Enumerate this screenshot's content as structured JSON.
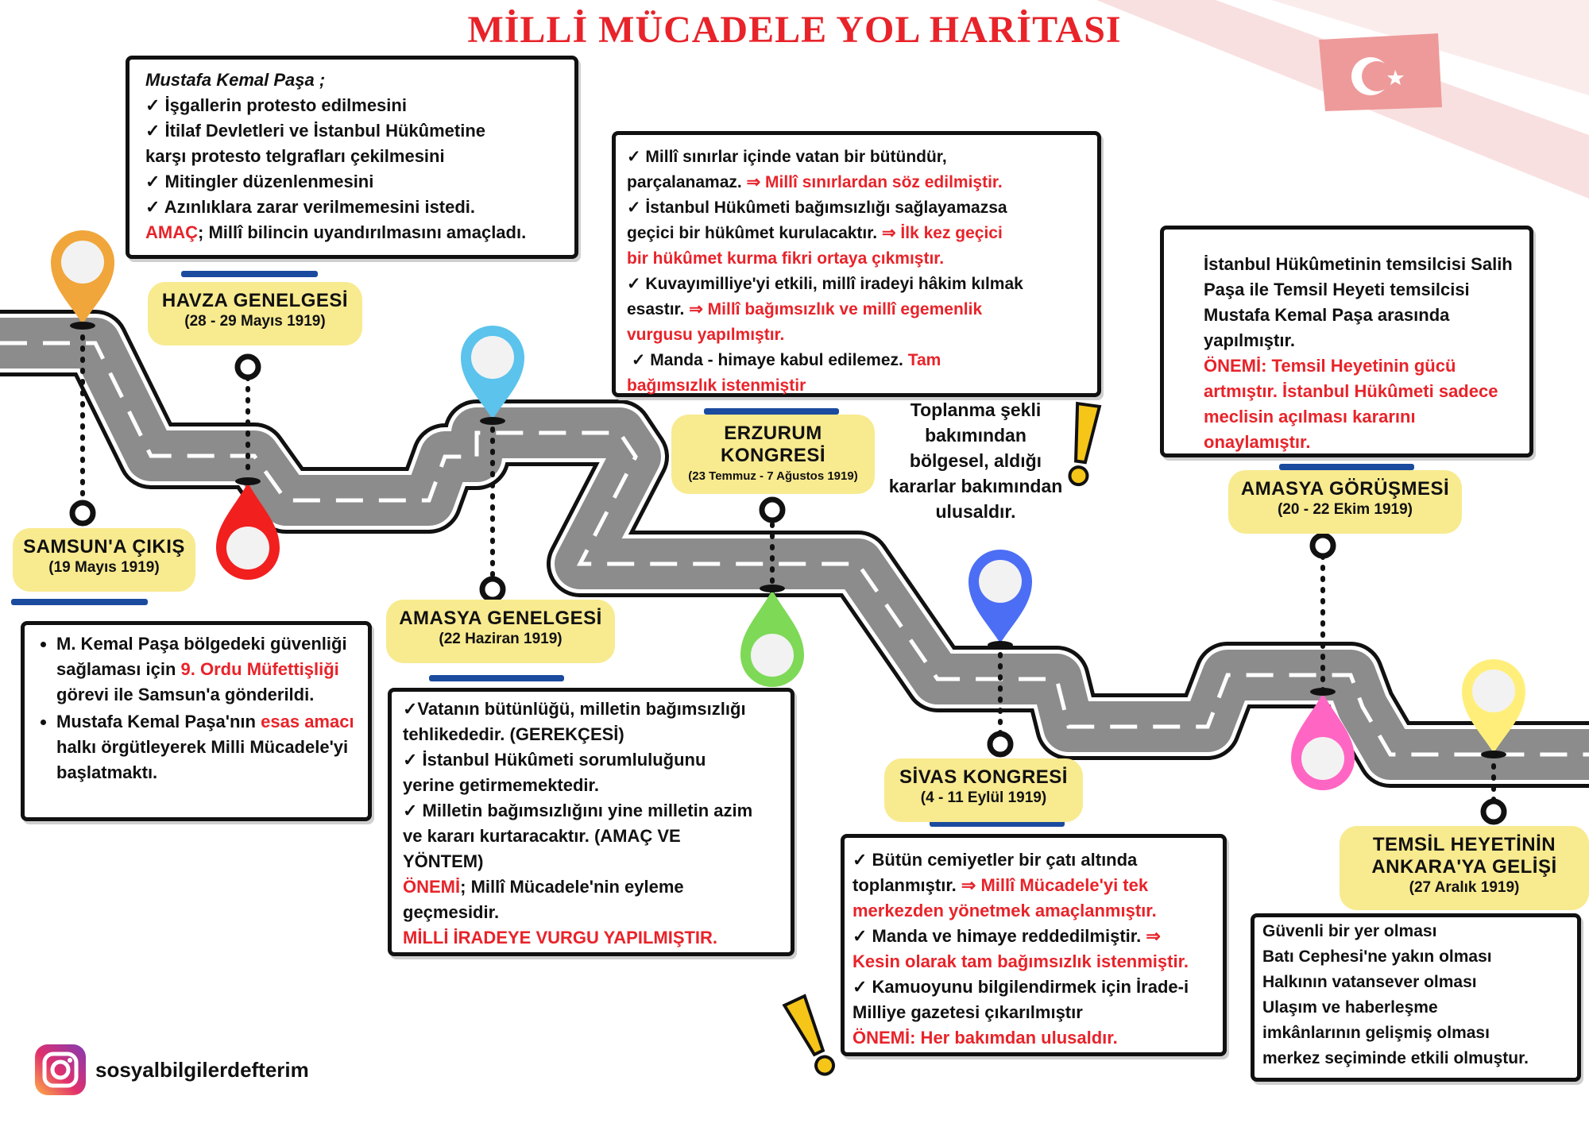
{
  "title": "MİLLİ MÜCADELE YOL HARİTASI",
  "colors": {
    "red": "#e8232a",
    "label_bg": "#f8ea8f",
    "bar": "#1a4b9e",
    "road": "#8c8c8c"
  },
  "stops": {
    "samsun": {
      "name": "SAMSUN'A ÇIKIŞ",
      "date": "(19 Mayıs 1919)",
      "pin_color": "#f0a63a"
    },
    "havza": {
      "name": "HAVZA GENELGESİ",
      "date": "(28 - 29 Mayıs 1919)",
      "pin_color": "#f21f1f"
    },
    "amasya_genelgesi": {
      "name": "AMASYA GENELGESİ",
      "date": "(22 Haziran 1919)",
      "pin_color": "#5bc3ec"
    },
    "erzurum": {
      "name_line1": "ERZURUM",
      "name_line2": "KONGRESİ",
      "date": "(23 Temmuz - 7 Ağustos 1919)",
      "pin_color": "#7ed957"
    },
    "sivas": {
      "name": "SİVAS KONGRESİ",
      "date": "(4 - 11 Eylül 1919)",
      "pin_color": "#4c6ef5"
    },
    "amasya_gorusmesi": {
      "name": "AMASYA GÖRÜŞMESİ",
      "date": "(20 - 22 Ekim 1919)",
      "pin_color": "#ff66c4"
    },
    "ankara": {
      "name_line1": "TEMSİL HEYETİNİN",
      "name_line2": "ANKARA'YA GELİŞİ",
      "date": "(27 Aralık 1919)",
      "pin_color": "#ffef7a"
    }
  },
  "boxes": {
    "havza": {
      "intro": "Mustafa Kemal Paşa ;",
      "l1": "✓ İşgallerin protesto edilmesini",
      "l2": "✓ İtilaf Devletleri ve İstanbul Hükûmetine",
      "l3": "karşı protesto telgrafları çekilmesini",
      "l4": "✓ Mitingler düzenlenmesini",
      "l5": "✓ Azınlıklara zarar verilmemesini istedi.",
      "l6_red": "AMAÇ",
      "l6": "; Millî bilincin uyandırılmasını amaçladı."
    },
    "erzurum": {
      "a1": "✓ Millî sınırlar içinde vatan bir bütündür,",
      "a2": "parçalanamaz.",
      "a2_red": "⇒ Millî sınırlardan söz edilmiştir.",
      "b1": "✓ İstanbul Hükûmeti bağımsızlığı sağlayamazsa",
      "b2": "geçici bir hükûmet kurulacaktır.",
      "b2_red": "⇒ İlk kez geçici",
      "b3_red": "bir hükûmet kurma fikri ortaya çıkmıştır.",
      "c1": "✓ Kuvayımilliye'yi etkili, millî iradeyi hâkim kılmak",
      "c2": "esastır.",
      "c2_red": "⇒ Millî bağımsızlık ve millî egemenlik",
      "c3_red": "vurgusu yapılmıştır.",
      "d1": "✓ Manda - himaye kabul edilemez.",
      "d1_red": "Tam",
      "d2_red": "bağımsızlık istenmiştir"
    },
    "amasya_gorusmesi": {
      "t1": "İstanbul Hükûmetinin temsilcisi Salih",
      "t2": "Paşa ile Temsil Heyeti temsilcisi",
      "t3": "Mustafa Kemal Paşa arasında",
      "t4": "yapılmıştır.",
      "r1": "ÖNEMİ: Temsil Heyetinin gücü",
      "r2": "artmıştır.  İstanbul Hükûmeti sadece",
      "r3": "meclisin açılması kararını",
      "r4": "onaylamıştır."
    },
    "samsun": {
      "b1_a": "M. Kemal Paşa bölgedeki",
      "b1_b": "güvenliği sağlaması için",
      "b1_red": "9. Ordu",
      "b1_red2": "Müfettişliği",
      "b1_c": "görevi ile Samsun'a",
      "b1_d": "gönderildi.",
      "b2_a": "Mustafa Kemal Paşa'nın",
      "b2_red": "esas",
      "b2_red2": "amacı",
      "b2_b": "halkı örgütleyerek Milli",
      "b2_c": "Mücadele'yi başlatmaktı."
    },
    "amasya_genelgesi": {
      "l1": "✓Vatanın bütünlüğü, milletin bağımsızlığı",
      "l2": "tehlikededir. (GEREKÇESİ)",
      "l3": "✓ İstanbul Hükûmeti sorumluluğunu",
      "l4": "yerine getirmemektedir.",
      "l5": "✓ Milletin bağımsızlığını yine milletin azim",
      "l6": "ve kararı kurtaracaktır. (AMAÇ VE",
      "l7": "YÖNTEM)",
      "l8_red": "ÖNEMİ",
      "l8": "; Millî Mücadele'nin eyleme",
      "l9": "geçmesidir.",
      "l10_red": "MİLLİ İRADEYE VURGU YAPILMIŞTIR."
    },
    "sivas": {
      "a1": "✓ Bütün cemiyetler bir çatı altında",
      "a2": "toplanmıştır.",
      "a2_red": "⇒ Millî Mücadele'yi tek",
      "a3_red": "merkezden yönetmek amaçlanmıştır.",
      "b1": "✓ Manda ve himaye reddedilmiştir.",
      "b1_red": "⇒",
      "b2_red": "Kesin olarak tam bağımsızlık istenmiştir.",
      "c1": "✓ Kamuoyunu bilgilendirmek için İrade-i",
      "c2": "Milliye gazetesi çıkarılmıştır",
      "c3_red": "ÖNEMİ: Her bakımdan ulusaldır."
    },
    "ankara": {
      "l1": "Güvenli bir yer olması",
      "l2": "Batı Cephesi'ne yakın olması",
      "l3": "Halkının vatansever olması",
      "l4": "Ulaşım ve haberleşme",
      "l5": "imkânlarının gelişmiş olması",
      "l6": "merkez seçiminde  etkili olmuştur."
    }
  },
  "erzurum_note": {
    "l1": "Toplanma şekli",
    "l2": "bakımından",
    "l3": "bölgesel, aldığı",
    "l4": "kararlar bakımından",
    "l5": "ulusaldır."
  },
  "footer": {
    "handle": "sosyalbilgilerdefterim",
    "icon": "instagram-icon"
  },
  "decor": {
    "flag_icon": "turkish-flag-icon",
    "warning_icon": "exclamation-icon"
  }
}
